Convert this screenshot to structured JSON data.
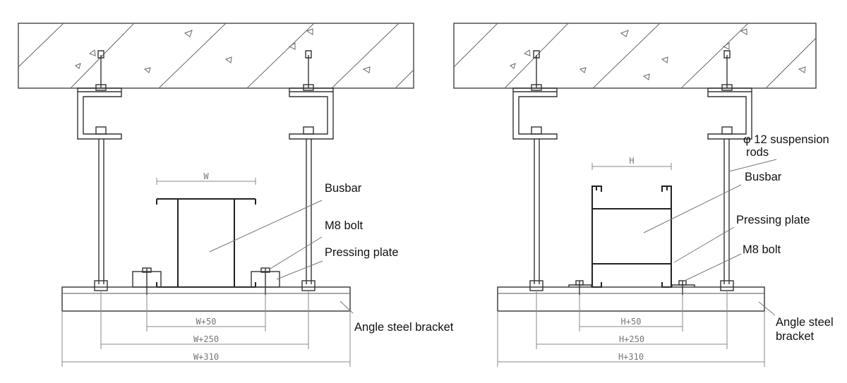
{
  "left": {
    "labels": {
      "busbar": "Busbar",
      "m8_bolt": "M8 bolt",
      "pressing_plate": "Pressing plate",
      "angle_bracket": "Angle steel bracket"
    },
    "dims": {
      "top": "W",
      "d1": "W+50",
      "d2": "W+250",
      "d3": "W+310"
    }
  },
  "right": {
    "labels": {
      "rods_line1": "φ 12 suspension",
      "rods_line2": "rods",
      "busbar": "Busbar",
      "pressing_plate": "Pressing plate",
      "m8_bolt": "M8 bolt",
      "angle_line1": "Angle steel",
      "angle_line2": "bracket"
    },
    "dims": {
      "top": "H",
      "d1": "H+50",
      "d2": "H+250",
      "d3": "H+310"
    }
  }
}
